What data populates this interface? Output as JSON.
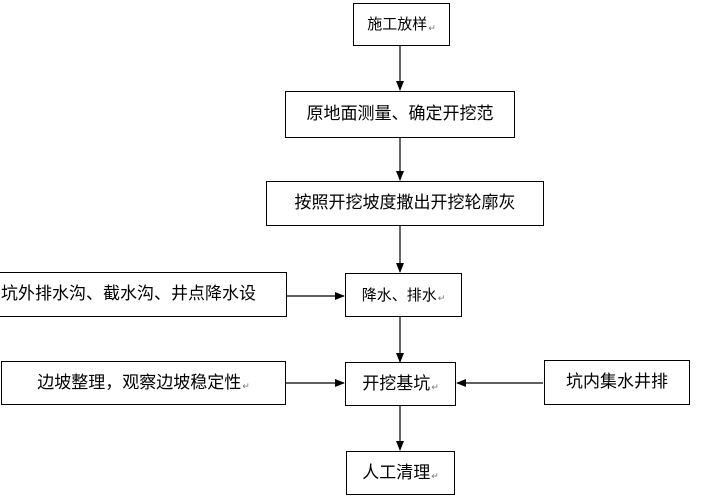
{
  "diagram": {
    "nodes": {
      "step1": {
        "label": "施工放样",
        "mark": "↵"
      },
      "step2": {
        "label": "原地面测量、确定开挖范"
      },
      "step3": {
        "label": "按照开挖坡度撒出开挖轮廓灰"
      },
      "step4": {
        "label": "降水、排水",
        "mark": "↵"
      },
      "step5": {
        "label": "开挖基坑",
        "mark": "↵"
      },
      "step6": {
        "label": "人工清理",
        "mark": "↵"
      },
      "side_drainage": {
        "label": "坑外排水沟、截水沟、井点降水设"
      },
      "side_slope": {
        "label": "边坡整理，观察边坡稳定性",
        "mark": "↵"
      },
      "side_sump": {
        "label": "坑内集水井排"
      }
    },
    "edges": [
      {
        "from": "step1",
        "to": "step2"
      },
      {
        "from": "step2",
        "to": "step3"
      },
      {
        "from": "step3",
        "to": "step4"
      },
      {
        "from": "side_drainage",
        "to": "step4"
      },
      {
        "from": "step4",
        "to": "step5"
      },
      {
        "from": "side_slope",
        "to": "step5"
      },
      {
        "from": "side_sump",
        "to": "step5"
      },
      {
        "from": "step5",
        "to": "step6"
      }
    ]
  }
}
